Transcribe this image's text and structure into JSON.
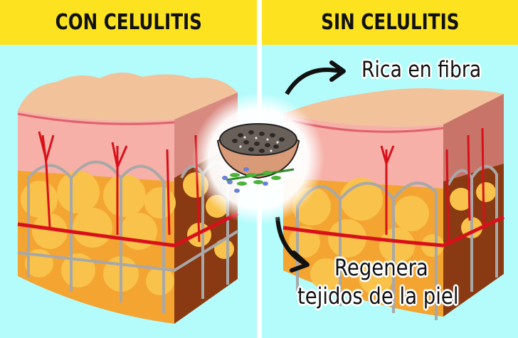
{
  "panels": {
    "left": {
      "title": "CON CELULITIS",
      "illustration": "skin-cross-section-with-cellulite"
    },
    "right": {
      "title": "SIN CELULITIS",
      "illustration": "skin-cross-section-smooth"
    }
  },
  "center": {
    "illustration": "bowl-of-chia-seeds-with-herb-sprig"
  },
  "annotations": {
    "benefit_1": "Rica en fibra",
    "benefit_2_line_1": "Regenera",
    "benefit_2_line_2": "tejidos de la piel"
  },
  "colors": {
    "header_yellow": "#fde31f",
    "background_cyan": "#b4fbfb",
    "divider": "#ffffff",
    "skin_top": "#f2c29a",
    "dermis_pink": "#f4a9a0",
    "fat_yellow": "#f6b53a",
    "vessel_red": "#d8101a",
    "septa_gray": "#a8a8a8",
    "text": "#111111"
  }
}
